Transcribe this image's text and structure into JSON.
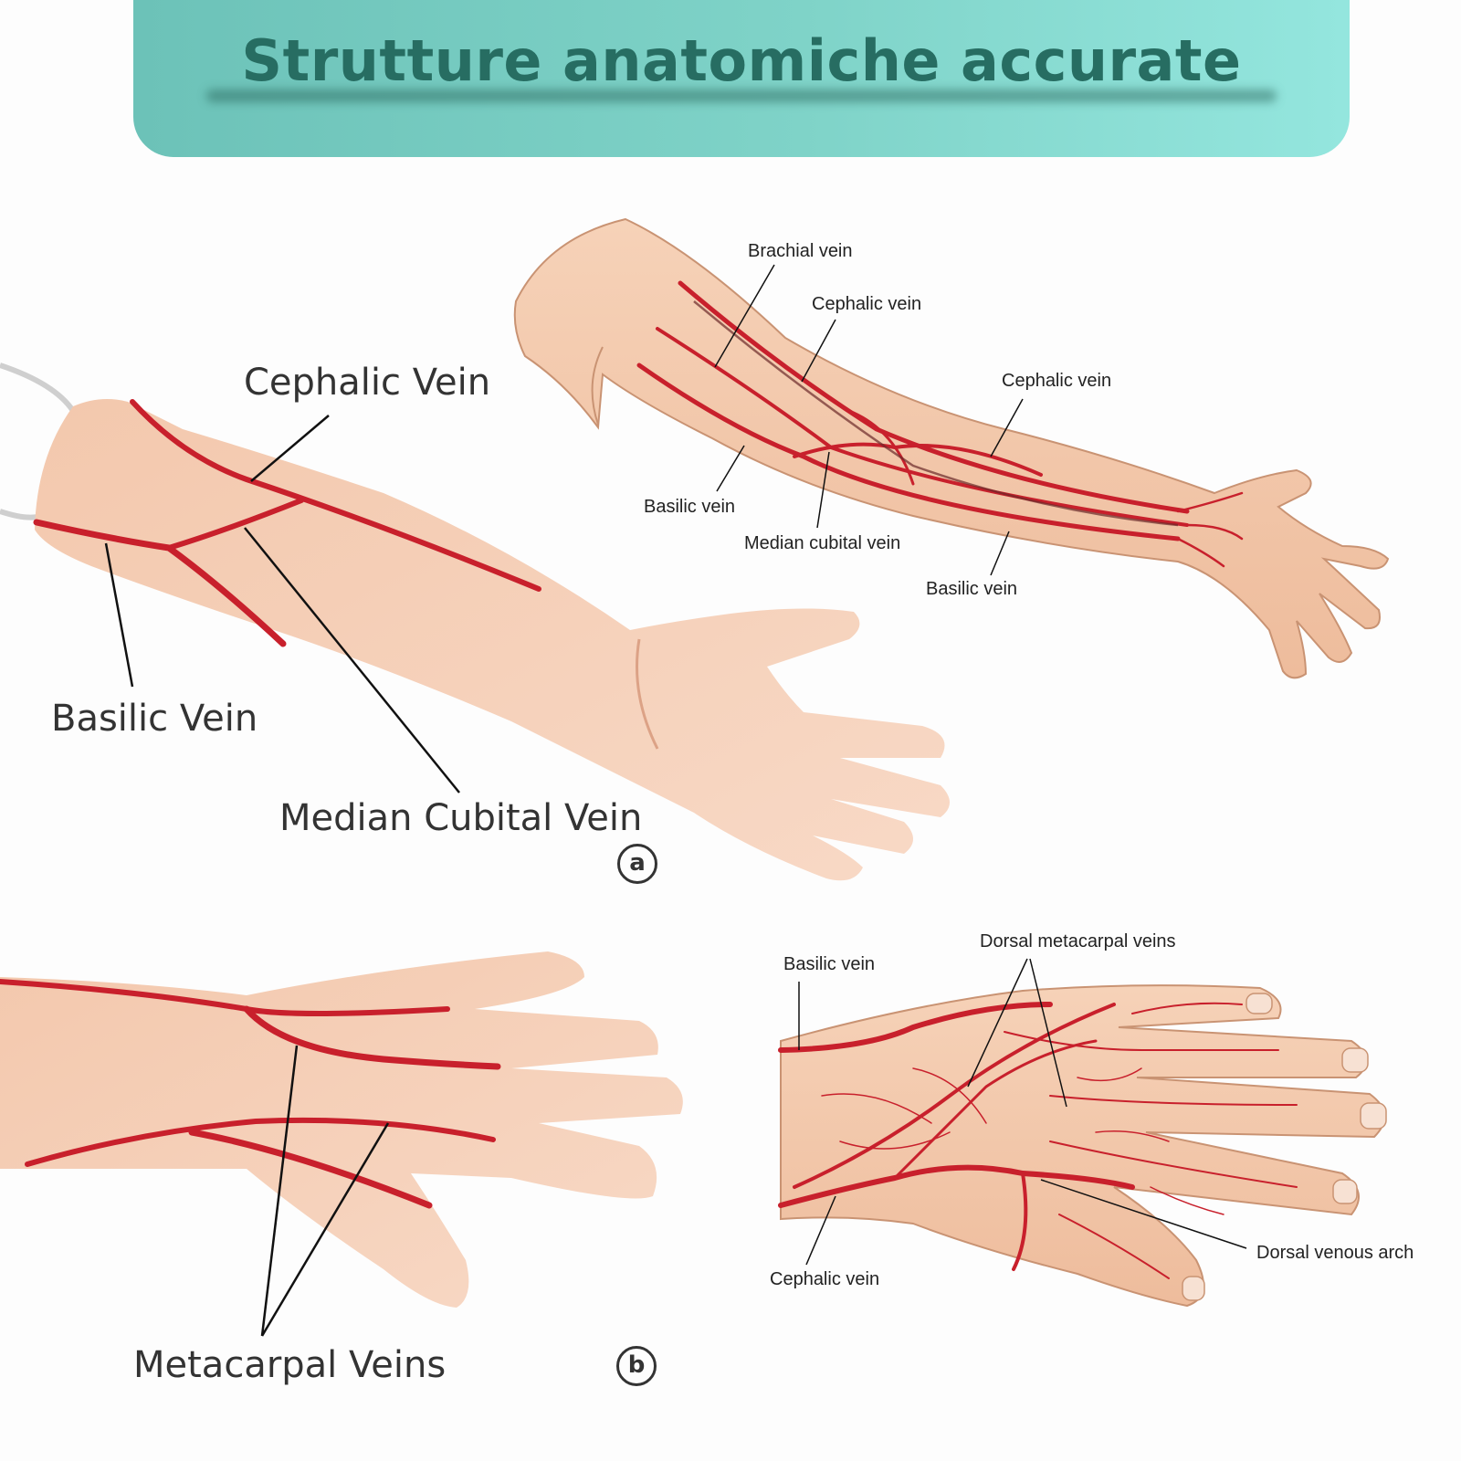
{
  "banner": {
    "title": "Strutture anatomiche accurate"
  },
  "panel_a": {
    "badge": "a",
    "labels": {
      "cephalic": "Cephalic Vein",
      "basilic": "Basilic Vein",
      "median_cubital": "Median Cubital Vein"
    },
    "diagram_labels": {
      "brachial": "Brachial vein",
      "cephalic_upper": "Cephalic vein",
      "cephalic_lower": "Cephalic vein",
      "basilic_upper": "Basilic vein",
      "median_cubital": "Median cubital vein",
      "basilic_lower": "Basilic vein"
    }
  },
  "panel_b": {
    "badge": "b",
    "labels": {
      "metacarpal": "Metacarpal Veins"
    },
    "diagram_labels": {
      "basilic": "Basilic vein",
      "dorsal_metacarpal": "Dorsal metacarpal veins",
      "dorsal_venous_arch": "Dorsal venous arch",
      "cephalic": "Cephalic vein"
    }
  },
  "colors": {
    "vein": "#c8202c",
    "skin": "#f5cfb6",
    "skin_dark": "#e8b79b",
    "banner": "#7fd3c8",
    "banner_text": "#276d62"
  }
}
